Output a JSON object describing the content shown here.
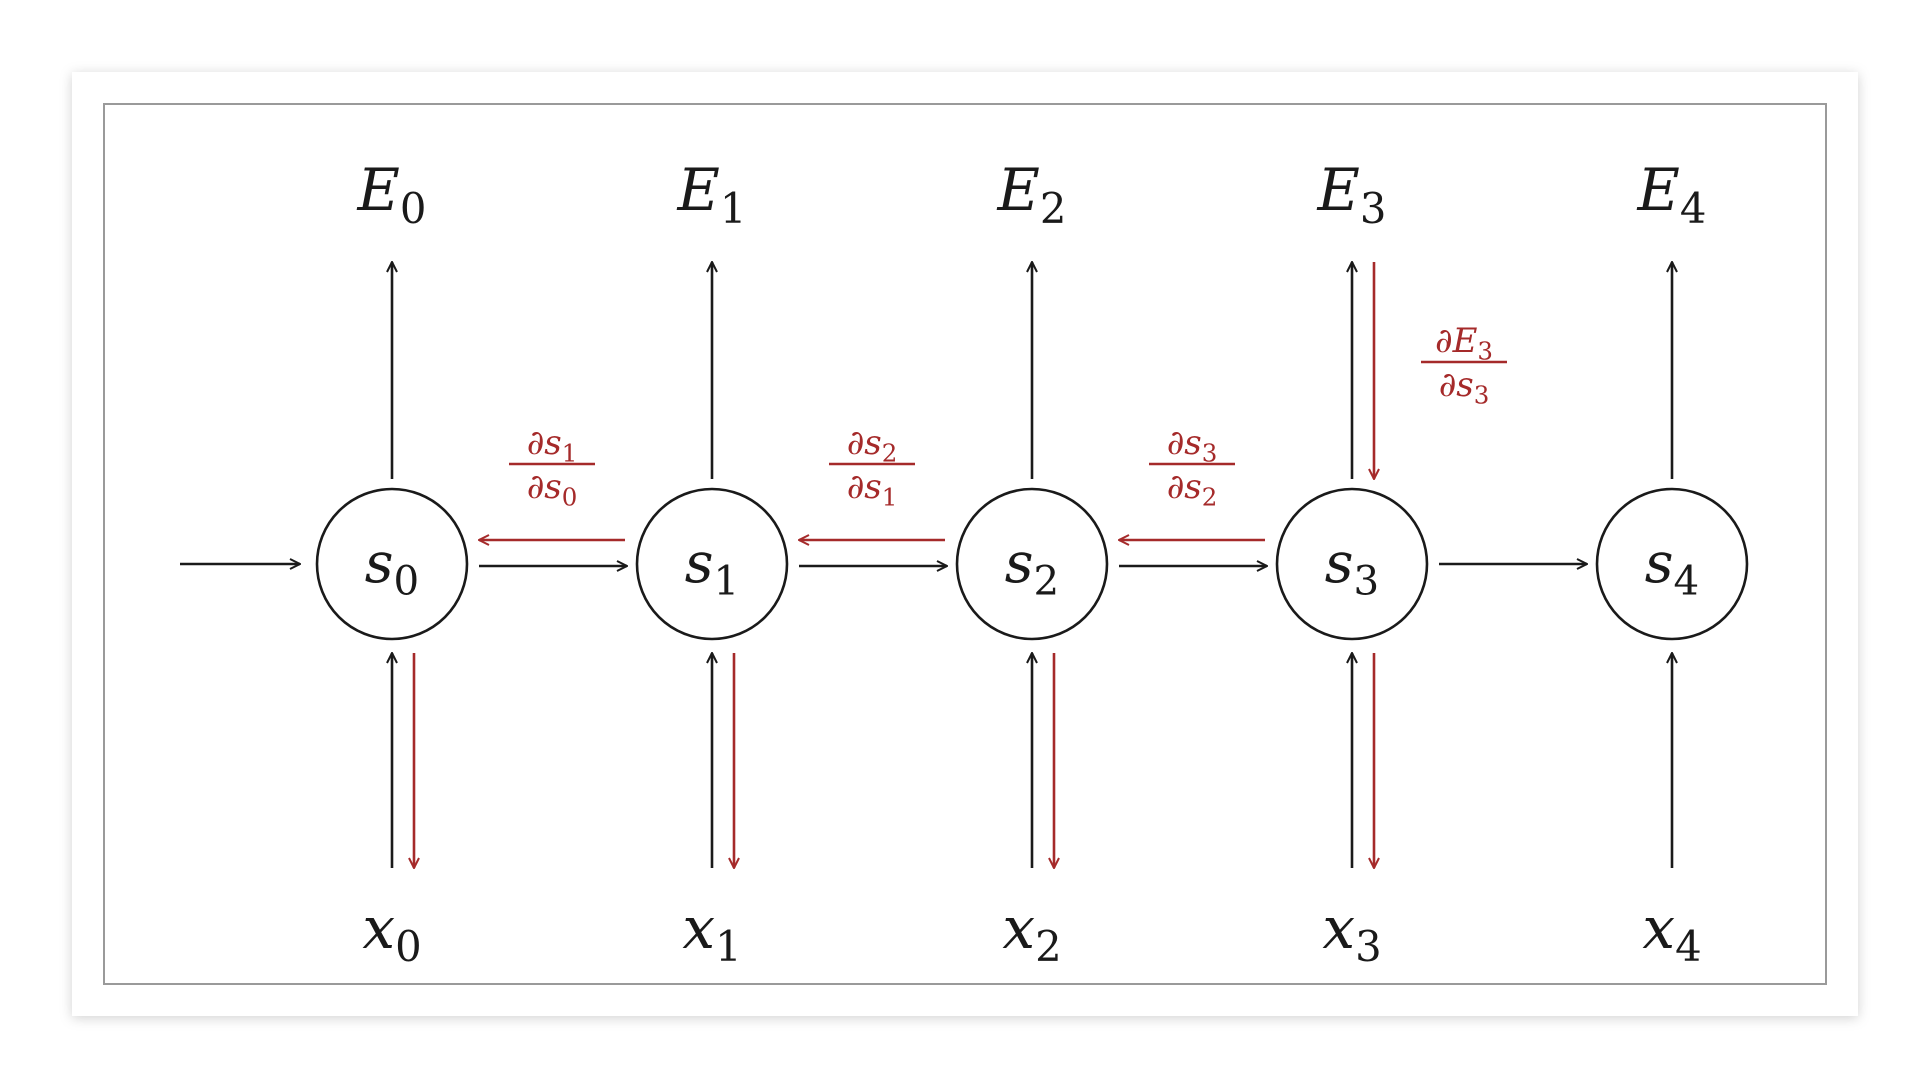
{
  "colors": {
    "ink": "#1a1a1a",
    "gradient": "#a52a2a",
    "frame_border": "#9a9a9a",
    "card_shadow": "#d8d8d8",
    "background": "#ffffff"
  },
  "outputs": [
    {
      "symbol": "E",
      "sub": "0"
    },
    {
      "symbol": "E",
      "sub": "1"
    },
    {
      "symbol": "E",
      "sub": "2"
    },
    {
      "symbol": "E",
      "sub": "3"
    },
    {
      "symbol": "E",
      "sub": "4"
    }
  ],
  "states": [
    {
      "symbol": "s",
      "sub": "0"
    },
    {
      "symbol": "s",
      "sub": "1"
    },
    {
      "symbol": "s",
      "sub": "2"
    },
    {
      "symbol": "s",
      "sub": "3"
    },
    {
      "symbol": "s",
      "sub": "4"
    }
  ],
  "inputs": [
    {
      "symbol": "x",
      "sub": "0"
    },
    {
      "symbol": "x",
      "sub": "1"
    },
    {
      "symbol": "x",
      "sub": "2"
    },
    {
      "symbol": "x",
      "sub": "3"
    },
    {
      "symbol": "x",
      "sub": "4"
    }
  ],
  "gradients": {
    "between_states": [
      {
        "num": "∂s",
        "num_sub": "1",
        "den": "∂s",
        "den_sub": "0"
      },
      {
        "num": "∂s",
        "num_sub": "2",
        "den": "∂s",
        "den_sub": "1"
      },
      {
        "num": "∂s",
        "num_sub": "3",
        "den": "∂s",
        "den_sub": "2"
      }
    ],
    "output": {
      "num": "∂E",
      "num_sub": "3",
      "den": "∂s",
      "den_sub": "3"
    },
    "backprop_input_arrows_on": [
      0,
      1,
      2,
      3
    ]
  }
}
